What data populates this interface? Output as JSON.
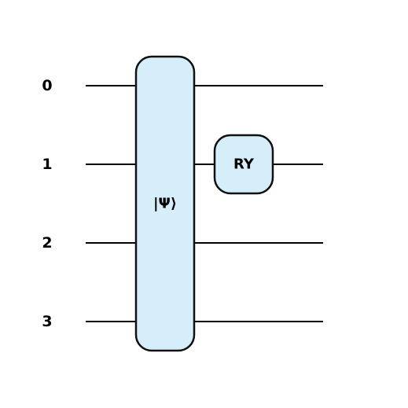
{
  "circuit": {
    "qubits": [
      {
        "label": "0"
      },
      {
        "label": "1"
      },
      {
        "label": "2"
      },
      {
        "label": "3"
      }
    ],
    "gates": [
      {
        "label": "|Ψ⟩",
        "qubits": [
          0,
          1,
          2,
          3
        ]
      },
      {
        "label": "RY",
        "qubits": [
          1
        ]
      }
    ],
    "colors": {
      "gate_fill": "#d5eef9",
      "gate_stroke": "#111111",
      "wire": "#000000"
    }
  }
}
